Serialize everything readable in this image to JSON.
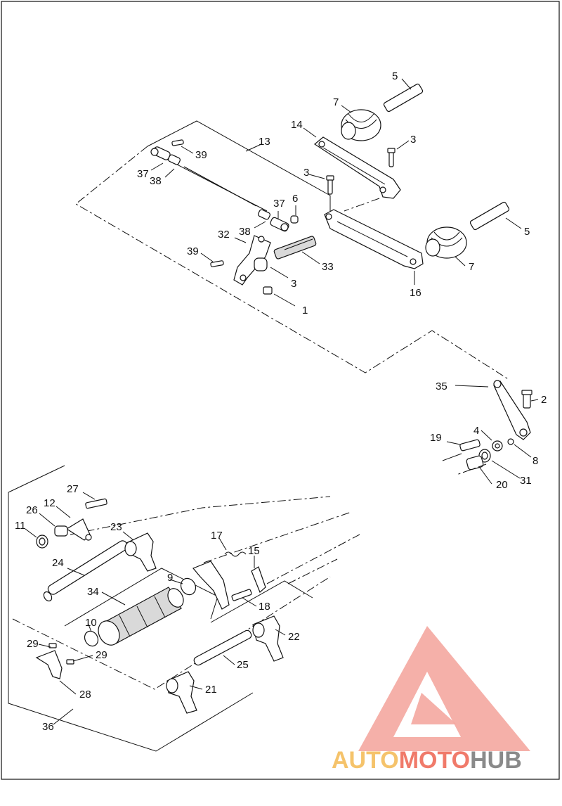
{
  "labels": {
    "l5a": "5",
    "l7a": "7",
    "l14": "14",
    "l3a": "3",
    "l3b": "3",
    "l13": "13",
    "l39a": "39",
    "l37a": "37",
    "l38a": "38",
    "l37b": "37",
    "l6": "6",
    "l38b": "38",
    "l32": "32",
    "l39b": "39",
    "l33": "33",
    "l3c": "3",
    "l1": "1",
    "l5b": "5",
    "l7b": "7",
    "l16": "16",
    "l35": "35",
    "l2": "2",
    "l4": "4",
    "l19": "19",
    "l8": "8",
    "l31": "31",
    "l20": "20",
    "l27": "27",
    "l12": "12",
    "l26": "26",
    "l11": "11",
    "l23": "23",
    "l17": "17",
    "l15": "15",
    "l24": "24",
    "l9": "9",
    "l34": "34",
    "l18": "18",
    "l10": "10",
    "l22": "22",
    "l29a": "29",
    "l29b": "29",
    "l25": "25",
    "l21": "21",
    "l28": "28",
    "l36": "36"
  },
  "logo": {
    "part1": "AUTO",
    "part2": "MOTO",
    "part3": "HUB",
    "colors": {
      "auto": "#f5c36b",
      "moto": "#f07a6a",
      "hub": "#8a8a8a",
      "triangle": "#f4a7a0"
    }
  }
}
